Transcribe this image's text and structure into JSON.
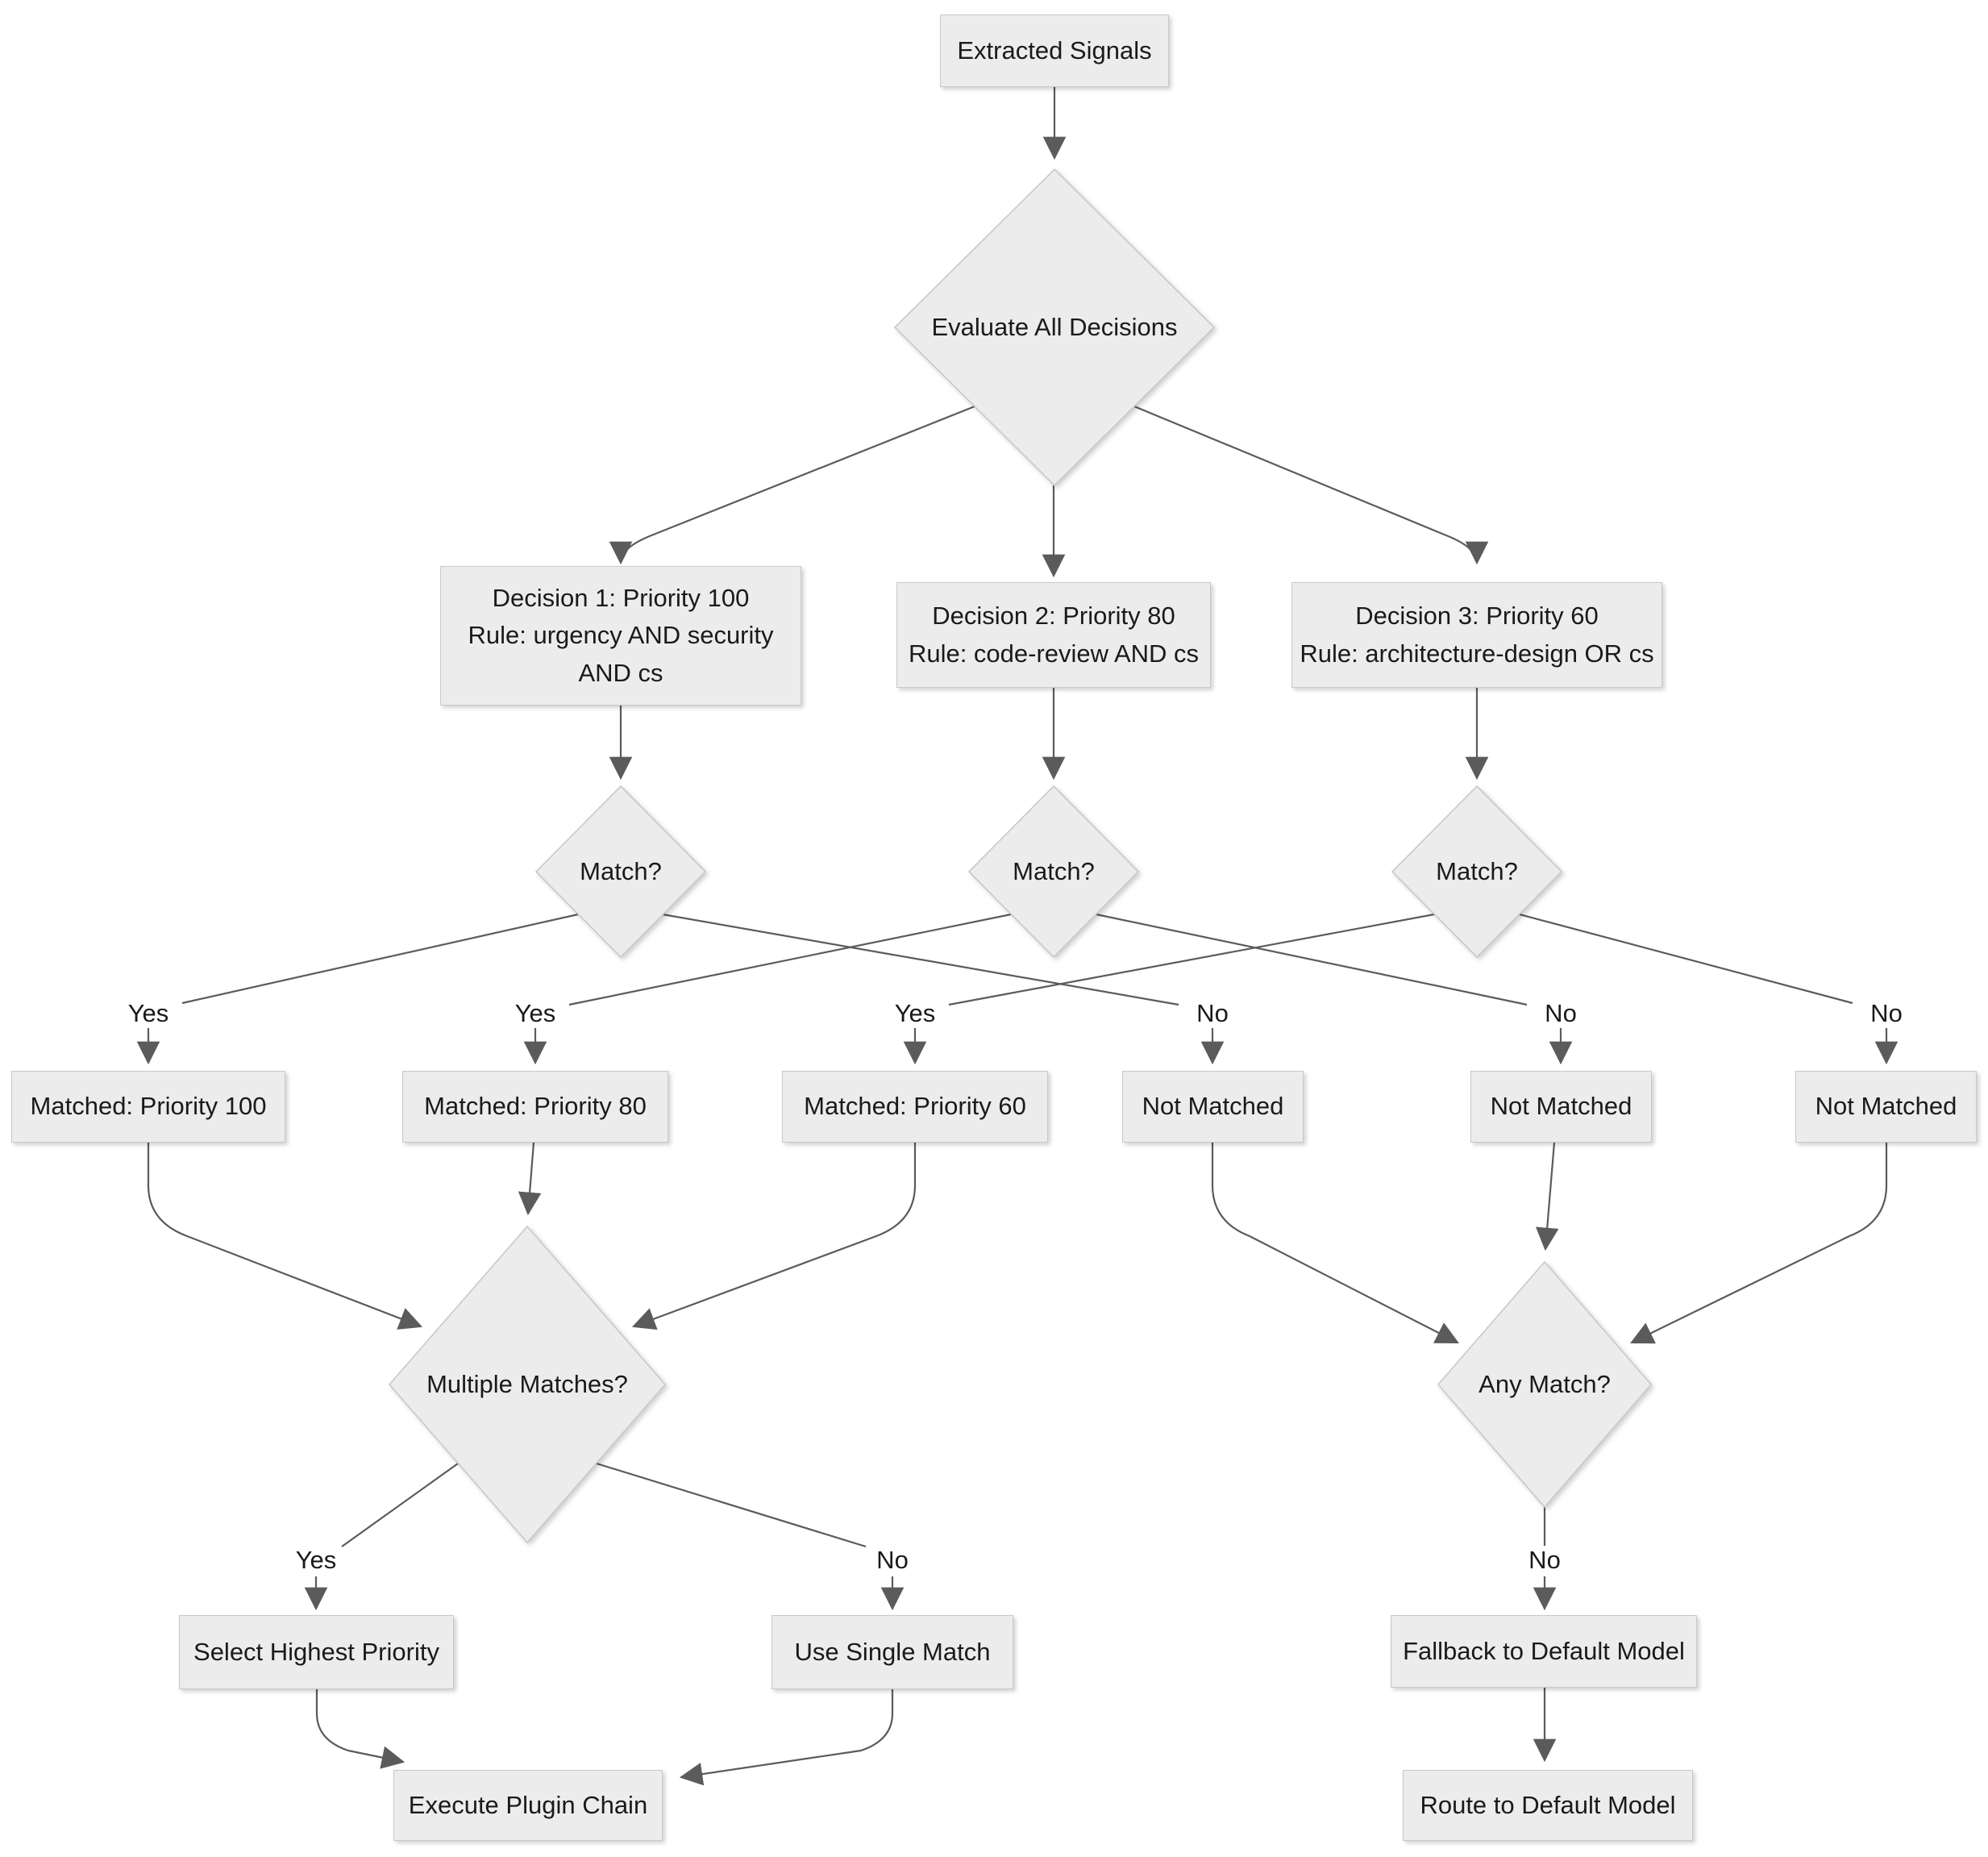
{
  "diagram": {
    "type": "flowchart",
    "colors": {
      "node_fill": "#ececec",
      "node_border": "#c9c9c9",
      "edge": "#5b5b5b",
      "text": "#1a1a1a",
      "background": "#ffffff"
    },
    "nodes": {
      "extracted_signals": {
        "shape": "rect",
        "label": "Extracted Signals"
      },
      "evaluate_all": {
        "shape": "diamond",
        "label": "Evaluate All Decisions"
      },
      "decision_1": {
        "shape": "rect",
        "label": "Decision 1: Priority 100\nRule: urgency AND security\nAND cs"
      },
      "decision_2": {
        "shape": "rect",
        "label": "Decision 2: Priority 80\nRule: code-review AND cs"
      },
      "decision_3": {
        "shape": "rect",
        "label": "Decision 3: Priority 60\nRule: architecture-design OR cs"
      },
      "match_1": {
        "shape": "diamond",
        "label": "Match?"
      },
      "match_2": {
        "shape": "diamond",
        "label": "Match?"
      },
      "match_3": {
        "shape": "diamond",
        "label": "Match?"
      },
      "matched_100": {
        "shape": "rect",
        "label": "Matched: Priority 100"
      },
      "matched_80": {
        "shape": "rect",
        "label": "Matched: Priority 80"
      },
      "matched_60": {
        "shape": "rect",
        "label": "Matched: Priority 60"
      },
      "not_matched_1": {
        "shape": "rect",
        "label": "Not Matched"
      },
      "not_matched_2": {
        "shape": "rect",
        "label": "Not Matched"
      },
      "not_matched_3": {
        "shape": "rect",
        "label": "Not Matched"
      },
      "multiple_matches": {
        "shape": "diamond",
        "label": "Multiple Matches?"
      },
      "any_match": {
        "shape": "diamond",
        "label": "Any Match?"
      },
      "select_highest": {
        "shape": "rect",
        "label": "Select Highest Priority"
      },
      "use_single_match": {
        "shape": "rect",
        "label": "Use Single Match"
      },
      "fallback_default": {
        "shape": "rect",
        "label": "Fallback to Default Model"
      },
      "execute_plugin_chain": {
        "shape": "rect",
        "label": "Execute Plugin Chain"
      },
      "route_default": {
        "shape": "rect",
        "label": "Route to Default Model"
      }
    },
    "edge_labels": {
      "match_1_yes": "Yes",
      "match_2_yes": "Yes",
      "match_3_yes": "Yes",
      "match_1_no": "No",
      "match_2_no": "No",
      "match_3_no": "No",
      "multiple_yes": "Yes",
      "multiple_no": "No",
      "any_match_no": "No"
    }
  }
}
